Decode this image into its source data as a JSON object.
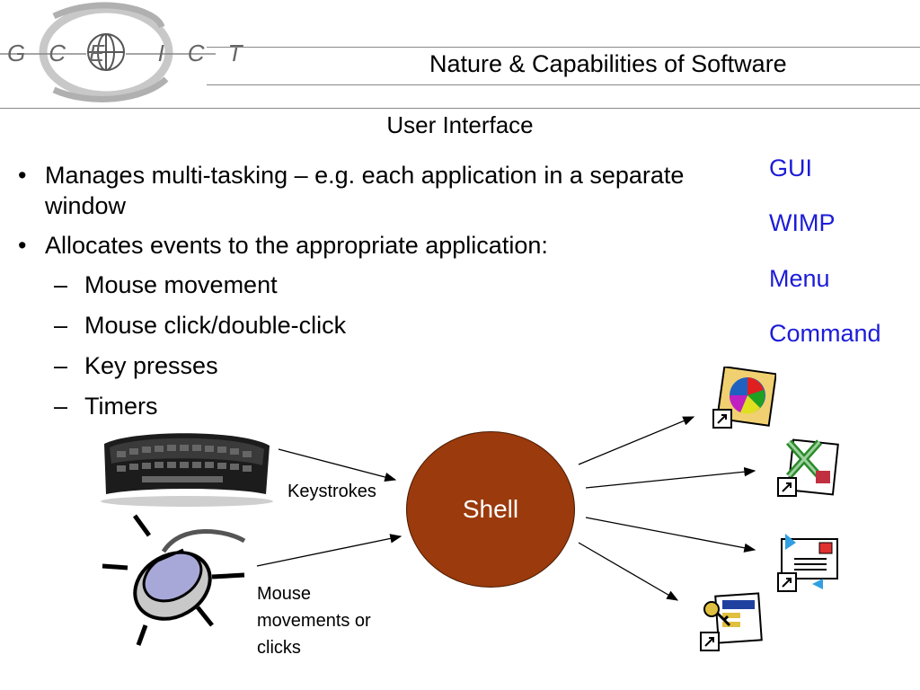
{
  "header": {
    "logo_text": "GCE ICT",
    "title": "Nature & Capabilities of Software"
  },
  "subtitle": "User Interface",
  "bullets": [
    {
      "text": "Manages multi-tasking – e.g. each application in a separate window",
      "marker": "•",
      "children": []
    },
    {
      "text": "Allocates events to the appropriate application:",
      "marker": "•",
      "children": [
        "Mouse movement",
        "Mouse click/double-click",
        "Key presses",
        "Timers"
      ]
    }
  ],
  "sub_marker": "–",
  "interface_types": [
    "GUI",
    "WIMP",
    "Menu",
    "Command"
  ],
  "diagram": {
    "shell_label": "Shell",
    "keystrokes_label": "Keystrokes",
    "mouse_label_lines": [
      "Mouse",
      "movements or",
      "clicks"
    ],
    "input_devices": [
      "keyboard-icon",
      "mouse-icon"
    ],
    "applications": [
      "paint-app-icon",
      "spreadsheet-app-icon",
      "mail-app-icon",
      "database-app-icon"
    ]
  },
  "colors": {
    "interface_text": "#1c1cd8",
    "shell_fill": "#9b3a0c"
  }
}
